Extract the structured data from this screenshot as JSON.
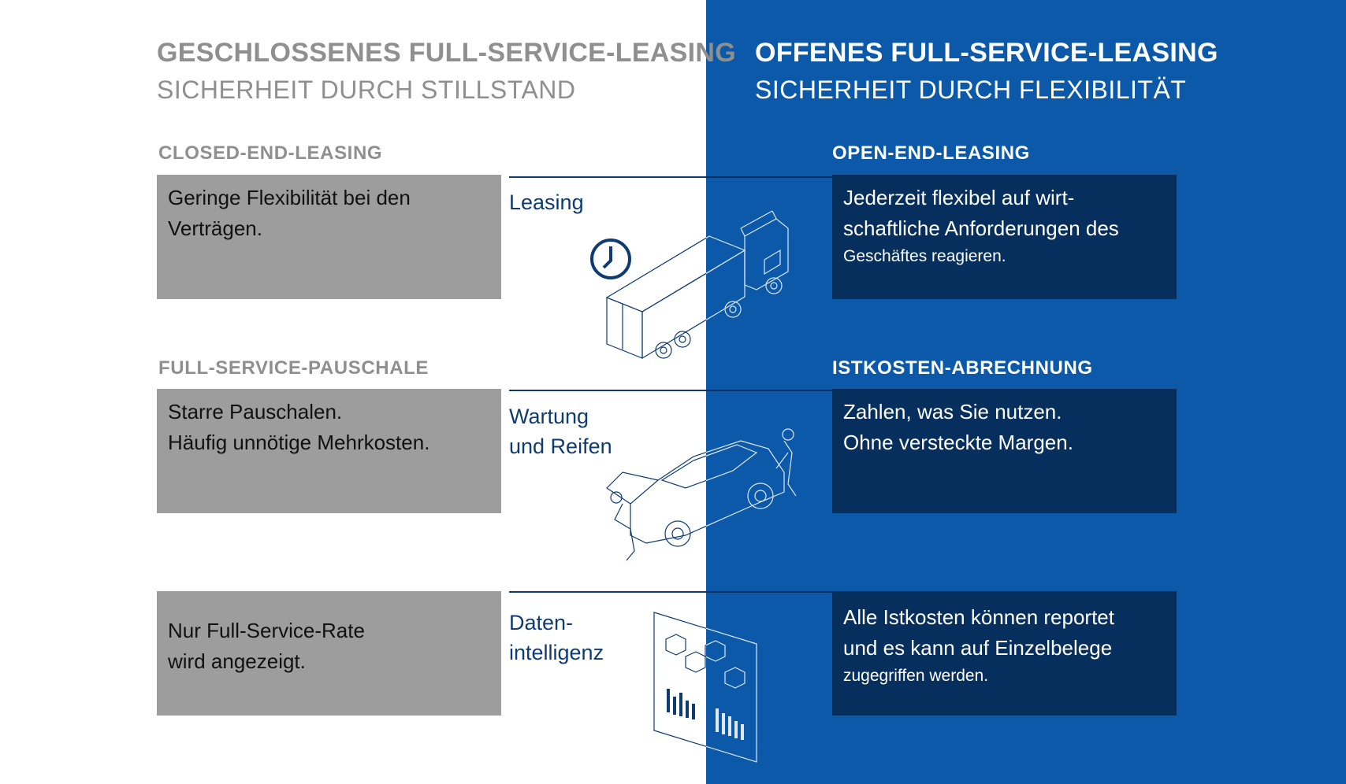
{
  "colors": {
    "left_bg": "#ffffff",
    "right_bg": "#0b59a8",
    "grey_box": "#9d9d9d",
    "navy_box": "#062f5e",
    "heading_grey": "#8f8f8f",
    "accent_blue": "#0e3b73"
  },
  "left": {
    "title": "GESCHLOSSENES FULL-SERVICE-LEASING",
    "subtitle": "SICHERHEIT DURCH STILLSTAND",
    "sections": [
      {
        "heading": "CLOSED-END-LEASING",
        "lines": [
          "Geringe Flexibilität bei den",
          "Verträgen."
        ]
      },
      {
        "heading": "FULL-SERVICE-PAUSCHALE",
        "lines": [
          "Starre Pauschalen.",
          "Häufig unnötige Mehrkosten."
        ]
      },
      {
        "heading": "",
        "lines": [
          "Nur Full-Service-Rate",
          "wird angezeigt."
        ]
      }
    ]
  },
  "right": {
    "title": "OFFENES FULL-SERVICE-LEASING",
    "subtitle": "SICHERHEIT DURCH FLEXIBILITÄT",
    "sections": [
      {
        "heading": "OPEN-END-LEASING",
        "lines": [
          "Jederzeit flexibel auf wirt-",
          "schaftliche Anforderungen des",
          "Geschäftes reagieren."
        ]
      },
      {
        "heading": "ISTKOSTEN-ABRECHNUNG",
        "lines": [
          "Zahlen, was Sie nutzen.",
          "Ohne versteckte Margen."
        ]
      },
      {
        "heading": "",
        "lines": [
          "Alle Istkosten können reportet",
          "und es kann auf Einzelbelege",
          "zugegriffen werden."
        ]
      }
    ]
  },
  "categories": [
    {
      "lines": [
        "Leasing"
      ],
      "icon": "truck-clock-icon"
    },
    {
      "lines": [
        "Wartung",
        "und Reifen"
      ],
      "icon": "car-mechanics-icon"
    },
    {
      "lines": [
        "Daten-",
        "intelligenz"
      ],
      "icon": "data-dashboard-icon"
    }
  ]
}
